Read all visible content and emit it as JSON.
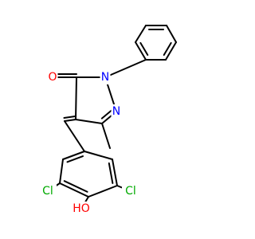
{
  "molecule": {
    "atoms": [
      {
        "id": "O1",
        "label": "O",
        "color": "#ff0000"
      },
      {
        "id": "N1",
        "label": "N",
        "color": "#0000ff"
      },
      {
        "id": "N2",
        "label": "N",
        "color": "#0000ff"
      },
      {
        "id": "Cl1",
        "label": "Cl",
        "color": "#00aa00"
      },
      {
        "id": "Cl2",
        "label": "Cl",
        "color": "#00aa00"
      },
      {
        "id": "O2",
        "label": "HO",
        "color": "#ff0000"
      }
    ],
    "bond_color": "#000000",
    "background": "#ffffff"
  }
}
